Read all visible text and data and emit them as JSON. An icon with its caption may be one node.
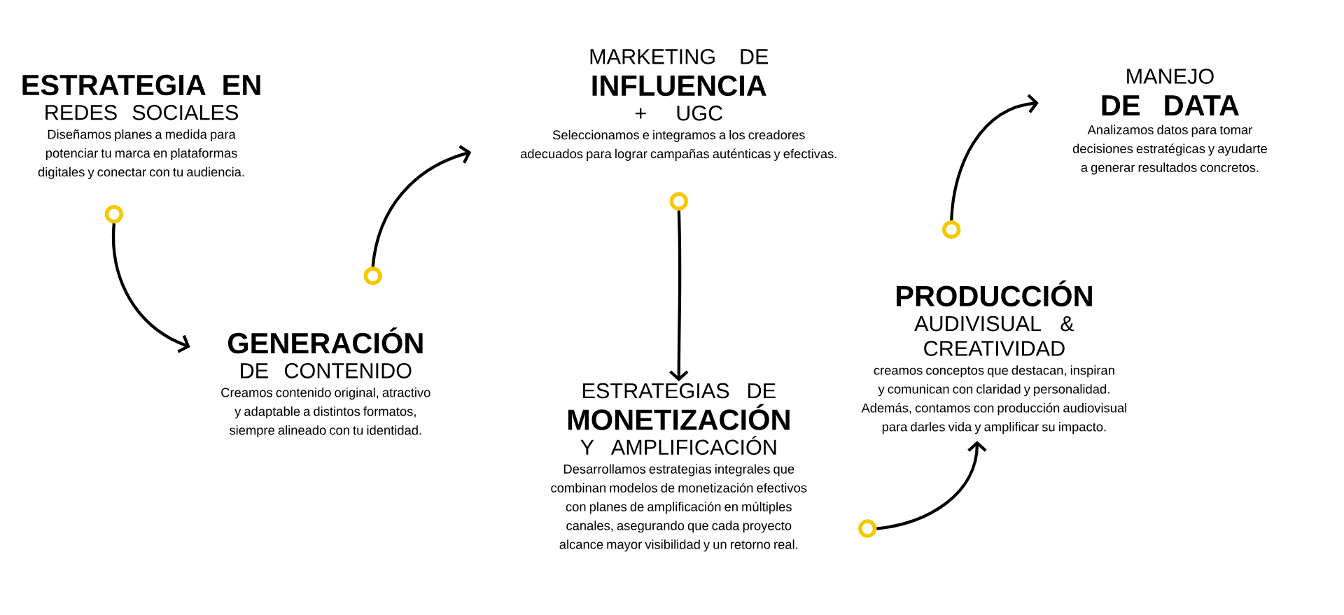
{
  "diagram": {
    "nodes": [
      {
        "text": [
          "ESTRATEGIA EN",
          "REDES SOCIALES",
          "Diseñamos planes a medida para potenciar tu marca en plataformas digitales y conectar con tu audiencia."
        ]
      },
      {
        "text": [
          "GENERACIÓN",
          "DE CONTENIDO",
          "Creamos contenido original, atractivo y adaptable a distintos formatos, siempre alineado con tu identidad."
        ]
      },
      {
        "text": [
          "MARKETING DE",
          "INFLUENCIA",
          "+ UGC",
          "Seleccionamos e integramos a los creadores adecuados para lograr campañas auténticas y efectivas."
        ]
      },
      {
        "text": [
          "ESTRATEGIAS DE",
          "MONETIZACIÓN",
          "Y AMPLIFICACIÓN",
          "Desarrollamos estrategias integrales que combinan modelos de monetización efectivos con planes de amplificación en múltiples canales, asegurando que cada proyecto alcance mayor visibilidad y un retorno real."
        ]
      },
      {
        "text": [
          "PRODUCCIÓN",
          "AUDIVISUAL & CREATIVIDAD",
          "creamos conceptos que destacan, inspiran y comunican con claridad y personalidad. Además, contamos con producción audiovisual para darles vida y amplificar su impacto."
        ]
      },
      {
        "text": [
          "MANEJO",
          "DE DATA",
          "Analizamos datos para tomar decisiones estratégicas y ayudarte a generar resultados concretos."
        ]
      },
      {
        "text": [],
        "shape": "circle"
      },
      {
        "text": [],
        "shape": "circle"
      },
      {
        "text": [],
        "shape": "circle"
      },
      {
        "text": [],
        "shape": "circle"
      },
      {
        "text": [],
        "shape": "circle"
      }
    ],
    "edges": [
      {
        "from": 6,
        "to": 1,
        "arrow": "to"
      },
      {
        "from": 7,
        "to": 2,
        "arrow": "to"
      },
      {
        "from": 8,
        "to": 3,
        "arrow": "to"
      },
      {
        "from": 9,
        "to": 4,
        "arrow": "to"
      },
      {
        "from": 10,
        "to": 5,
        "arrow": "to"
      }
    ]
  }
}
